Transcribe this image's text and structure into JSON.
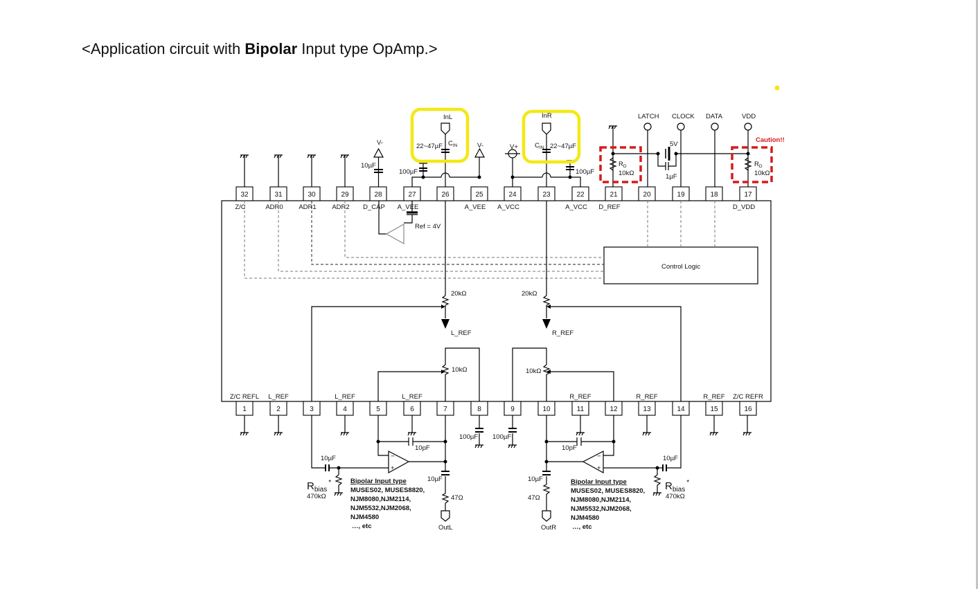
{
  "title": {
    "prefix": "<Application circuit with ",
    "bold": "Bipolar",
    "suffix": " Input type OpAmp.>"
  },
  "pins_top": [
    {
      "num": "32",
      "label": "Z/C"
    },
    {
      "num": "31",
      "label": "ADR0"
    },
    {
      "num": "30",
      "label": "ADR1"
    },
    {
      "num": "29",
      "label": "ADR2"
    },
    {
      "num": "28",
      "label": "D_CAP"
    },
    {
      "num": "27",
      "label": "A_VEE"
    },
    {
      "num": "26",
      "label": ""
    },
    {
      "num": "25",
      "label": "A_VEE"
    },
    {
      "num": "24",
      "label": "A_VCC"
    },
    {
      "num": "23",
      "label": ""
    },
    {
      "num": "22",
      "label": "A_VCC"
    },
    {
      "num": "21",
      "label": "D_REF"
    },
    {
      "num": "20",
      "label": ""
    },
    {
      "num": "19",
      "label": ""
    },
    {
      "num": "18",
      "label": ""
    },
    {
      "num": "17",
      "label": "D_VDD"
    }
  ],
  "pins_bottom": [
    {
      "num": "1",
      "label": "Z/C REFL"
    },
    {
      "num": "2",
      "label": "L_REF"
    },
    {
      "num": "3",
      "label": ""
    },
    {
      "num": "4",
      "label": "L_REF"
    },
    {
      "num": "5",
      "label": ""
    },
    {
      "num": "6",
      "label": "L_REF"
    },
    {
      "num": "7",
      "label": ""
    },
    {
      "num": "8",
      "label": ""
    },
    {
      "num": "9",
      "label": ""
    },
    {
      "num": "10",
      "label": ""
    },
    {
      "num": "11",
      "label": "R_REF"
    },
    {
      "num": "12",
      "label": ""
    },
    {
      "num": "13",
      "label": "R_REF"
    },
    {
      "num": "14",
      "label": ""
    },
    {
      "num": "15",
      "label": "R_REF"
    },
    {
      "num": "16",
      "label": "Z/C REFR"
    }
  ],
  "terminals": {
    "in_l": "InL",
    "in_r": "InR",
    "latch": "LATCH",
    "clock": "CLOCK",
    "data": "DATA",
    "vdd": "VDD",
    "out_l": "OutL",
    "out_r": "OutR",
    "v_minus_1": "V-",
    "v_minus_2": "V-",
    "v_plus": "V+"
  },
  "components": {
    "cin_value": "22~47µF",
    "cin_label": "C",
    "cin_sub": "IN",
    "c_dcap": "10µF",
    "c_avee": "100µF",
    "c_avcc": "100µF",
    "battery": "5V",
    "c_bypass": "1µF",
    "rd_label": "R",
    "rd_sub": "D",
    "rd_value": "10kΩ",
    "caution": "Caution!!",
    "ref_voltage": "Ref = 4V",
    "control_logic": "Control Logic",
    "r_20k": "20kΩ",
    "r_10k": "10kΩ",
    "l_ref": "L_REF",
    "r_ref": "R_REF",
    "c_pin8": "100µF",
    "c_pin9": "100µF",
    "c_fb": "10pF",
    "c_in_bias": "10µF",
    "c_out": "10µF",
    "r_out": "47Ω",
    "rbias_label": "R",
    "rbias_sub": "bias",
    "rbias_star": "*",
    "rbias_value": "470kΩ"
  },
  "opamp_note": {
    "heading": "Bipolar Input type",
    "lines": [
      "MUSES02, MUSES8820,",
      "NJM8080,NJM2114,",
      "NJM5532,NJM2068,",
      "NJM4580",
      "…, etc"
    ]
  },
  "colors": {
    "highlight_yellow": "#f4e813",
    "highlight_red": "#d41c1c"
  }
}
